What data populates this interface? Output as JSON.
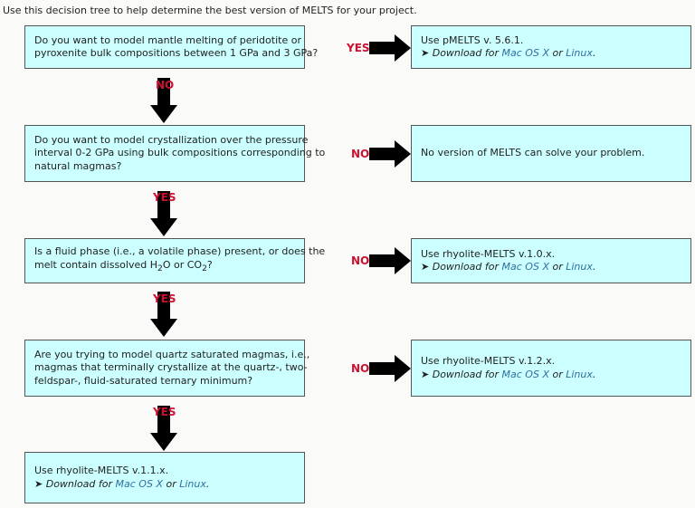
{
  "intro": "Use this decision tree to help determine the best version of MELTS for your project.",
  "questions": [
    {
      "lines": [
        "Do you want to model mantle melting of peridotite or",
        "pyroxenite bulk compositions between 1 GPa and 3 GPa?"
      ],
      "side_label": "YES",
      "down_label": "NO"
    },
    {
      "lines": [
        "Do you want to model crystallization over the pressure",
        "interval 0-2 GPa using bulk compositions corresponding to",
        "natural magmas?"
      ],
      "side_label": "NO",
      "down_label": "YES"
    },
    {
      "line1": "Is a fluid phase (i.e., a volatile phase) present, or does the",
      "line2": {
        "pre": "melt contain dissolved H",
        "sub1": "2",
        "mid": "O or CO",
        "sub2": "2",
        "post": "?"
      },
      "side_label": "NO",
      "down_label": "YES"
    },
    {
      "lines": [
        "Are you trying to model quartz saturated magmas, i.e.,",
        "magmas that terminally crystallize at the quartz-, two-",
        "feldspar-, fluid-saturated ternary minimum?"
      ],
      "side_label": "NO",
      "down_label": "YES"
    }
  ],
  "outcomes": {
    "pmelts": {
      "title": "Use pMELTS v. 5.6.1."
    },
    "none": {
      "title": "No version of MELTS can solve your problem."
    },
    "rhyolite_100": {
      "title": "Use rhyolite-MELTS v.1.0.x."
    },
    "rhyolite_120": {
      "title": "Use rhyolite-MELTS v.1.2.x."
    },
    "rhyolite_110": {
      "title": "Use rhyolite-MELTS v.1.1.x."
    }
  },
  "download": {
    "bullet": "➤",
    "prefix": "Download for",
    "mac": "Mac OS X",
    "or": "or",
    "linux": "Linux",
    "suffix": "."
  },
  "colors": {
    "box_fill": "#ccffff",
    "label": "#cc1133",
    "link": "#2f6f9f",
    "arrow": "#000000"
  }
}
